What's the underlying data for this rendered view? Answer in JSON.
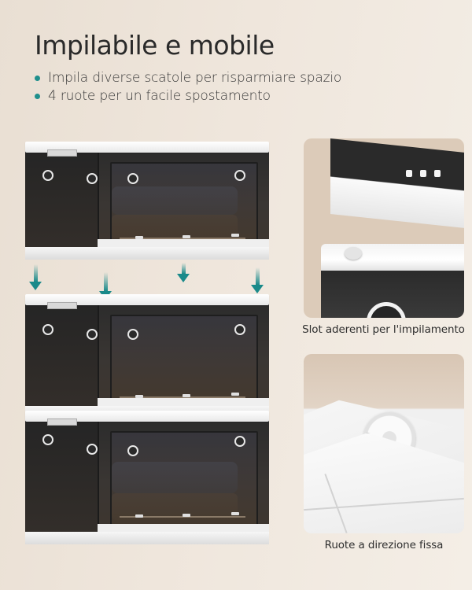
{
  "header": {
    "title": "Impilabile e mobile",
    "bullets": [
      "Impila diverse scatole per risparmiare spazio",
      "4 ruote per un facile spostamento"
    ]
  },
  "colors": {
    "accent": "#1a8a8a",
    "bullet": "#1f8f8c",
    "background": "#efe6dc",
    "text": "#2a2a2a"
  },
  "main_image": {
    "subject": "three stacked storage boxes with downward arrows",
    "boxes": 3,
    "arrows": 4,
    "arrow_icon": "arrow-down-icon"
  },
  "detail_panels": [
    {
      "caption": "Slot aderenti per l'impilamento"
    },
    {
      "caption": "Ruote a direzione fissa"
    }
  ]
}
